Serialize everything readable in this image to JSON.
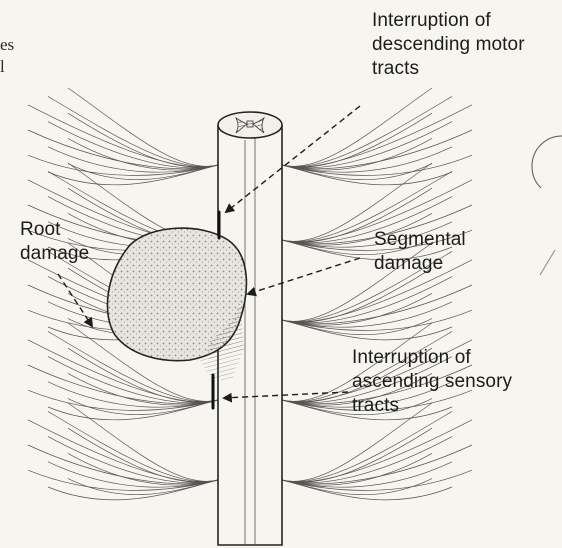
{
  "labels": {
    "descending": [
      "Interruption of",
      "descending motor",
      "tracts"
    ],
    "root": [
      "Root",
      "damage"
    ],
    "segmental": [
      "Segmental",
      "damage"
    ],
    "ascending": [
      "Interruption of",
      "ascending sensory",
      "tracts"
    ]
  },
  "cropped_margin_text": [
    "es",
    "l"
  ],
  "colors": {
    "background": "#f7f5ef",
    "ink": "#1c1c1c",
    "tumor_fill": "#e4e2dc"
  }
}
